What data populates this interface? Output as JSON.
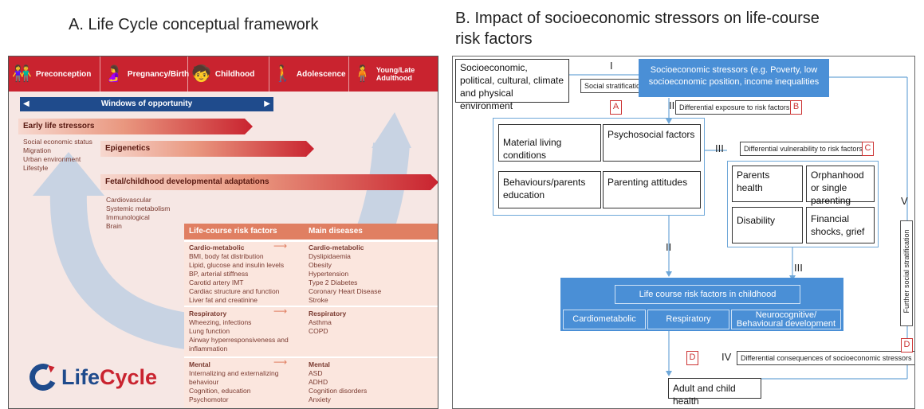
{
  "panel_a": {
    "title": "A. Life Cycle conceptual framework",
    "stages": [
      "Preconception",
      "Pregnancy/Birth",
      "Childhood",
      "Adolescence",
      "Young/Late Adulthood"
    ],
    "windows_label": "Windows of opportunity",
    "early_life_stressors": {
      "label": "Early life stressors",
      "items": [
        "Social economic status",
        "Migration",
        "Urban environment",
        "Lifestyle"
      ]
    },
    "epigenetics_label": "Epigenetics",
    "fetal": {
      "label": "Fetal/childhood developmental adaptations",
      "items": [
        "Cardiovascular",
        "Systemic metabolism",
        "Immunological",
        "Brain"
      ]
    },
    "table": {
      "col1": "Life-course risk factors",
      "col2": "Main diseases",
      "sections": [
        {
          "title": "Cardio-metabolic",
          "factors": [
            "BMI, body fat distribution",
            "Lipid, glucose and insulin levels",
            "BP, arterial stiffness",
            "Carotid artery IMT",
            "Cardiac structure and function",
            "Liver fat and creatinine"
          ],
          "disease_title": "Cardio-metabolic",
          "diseases": [
            "Dyslipidaemia",
            "Obesity",
            "Hypertension",
            "Type 2 Diabetes",
            "Coronary Heart Disease",
            "Stroke"
          ]
        },
        {
          "title": "Respiratory",
          "factors": [
            "Wheezing, infections",
            "Lung function",
            "Airway hyperresponsiveness and inflammation"
          ],
          "disease_title": "Respiratory",
          "diseases": [
            "Asthma",
            "COPD"
          ]
        },
        {
          "title": "Mental",
          "factors": [
            "Internalizing and externalizing behaviour",
            "Cognition, education",
            "Psychomotor"
          ],
          "disease_title": "Mental",
          "diseases": [
            "ASD",
            "ADHD",
            "Cognition disorders",
            "Anxiety"
          ]
        }
      ]
    },
    "logo": {
      "part1": "Life",
      "part2": "Cycle"
    }
  },
  "panel_b": {
    "title_line1": "B. Impact of socioeconomic stressors on life-course",
    "title_line2": "risk factors",
    "context_box": "Socioeconomic, political, cultural, climate and physical environment",
    "stressors_box": "Socioeconomic stressors (e.g. Poverty, low socioeconomic position, income inequalities",
    "social_stratification": "Social stratification",
    "roman": {
      "i": "I",
      "ii": "II",
      "ii2": "II",
      "iii": "III",
      "iii2": "III",
      "iv": "IV",
      "v": "V"
    },
    "letters": {
      "a": "A",
      "b": "B",
      "c": "C",
      "d1": "D",
      "d2": "D"
    },
    "diff_exposure": "Differential  exposure to risk factors",
    "diff_vulnerability": "Differential vulnerability to risk factors",
    "diff_consequences": "Differential consequences of socioeconomic stressors",
    "factors": [
      "Material living conditions",
      "Psychosocial factors",
      "Behaviours/parents education",
      "Parenting attitudes"
    ],
    "vulnerabilities": [
      "Parents health",
      "Orphanhood or single parenting",
      "Disability",
      "Financial shocks, grief"
    ],
    "risk_box_title": "Life course risk factors in childhood",
    "risk_items": [
      "Cardiometabolic",
      "Respiratory",
      "Neurocognitive/ Behavioural development"
    ],
    "outcome": "Adult and child health",
    "further": "Further social stratification"
  },
  "colors": {
    "red": "#c9232f",
    "navy": "#1f4b8c",
    "blue": "#4a8fd6",
    "salmon": "#e07f62"
  }
}
